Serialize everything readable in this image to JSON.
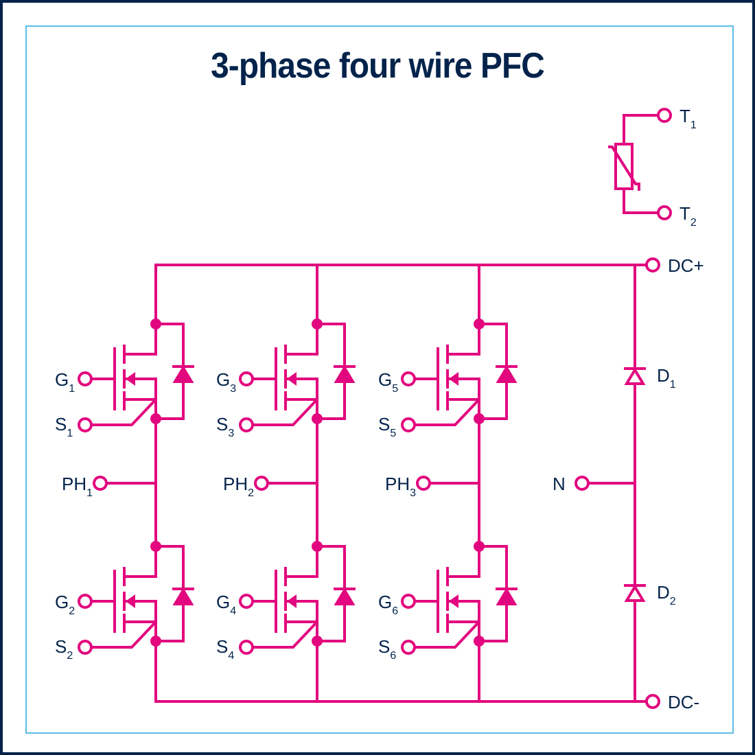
{
  "title": "3-phase four wire PFC",
  "colors": {
    "wire": "#e2077e",
    "text": "#03234b",
    "outer_border": "#03234b",
    "inner_border": "#5bbde4"
  },
  "thermistor": {
    "terminals": [
      {
        "main": "T",
        "sub": "1"
      },
      {
        "main": "T",
        "sub": "2"
      }
    ]
  },
  "rails": {
    "positive": "DC+",
    "negative": "DC-"
  },
  "legs": [
    {
      "phase": {
        "main": "PH",
        "sub": "1"
      },
      "high": {
        "gate": {
          "main": "G",
          "sub": "1"
        },
        "source": {
          "main": "S",
          "sub": "1"
        }
      },
      "low": {
        "gate": {
          "main": "G",
          "sub": "2"
        },
        "source": {
          "main": "S",
          "sub": "2"
        }
      }
    },
    {
      "phase": {
        "main": "PH",
        "sub": "2"
      },
      "high": {
        "gate": {
          "main": "G",
          "sub": "3"
        },
        "source": {
          "main": "S",
          "sub": "3"
        }
      },
      "low": {
        "gate": {
          "main": "G",
          "sub": "4"
        },
        "source": {
          "main": "S",
          "sub": "4"
        }
      }
    },
    {
      "phase": {
        "main": "PH",
        "sub": "3"
      },
      "high": {
        "gate": {
          "main": "G",
          "sub": "5"
        },
        "source": {
          "main": "S",
          "sub": "5"
        }
      },
      "low": {
        "gate": {
          "main": "G",
          "sub": "6"
        },
        "source": {
          "main": "S",
          "sub": "6"
        }
      }
    }
  ],
  "neutral_leg": {
    "neutral": "N",
    "diodes": [
      {
        "main": "D",
        "sub": "1"
      },
      {
        "main": "D",
        "sub": "2"
      }
    ]
  }
}
